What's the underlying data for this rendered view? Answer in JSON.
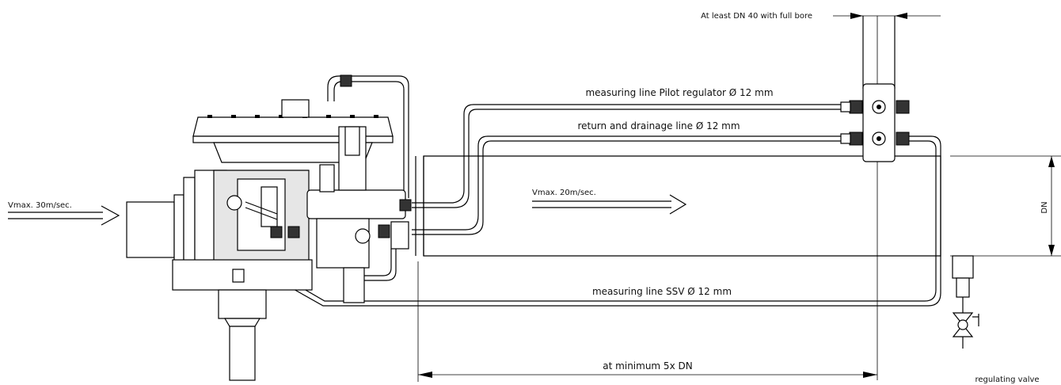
{
  "labels": {
    "bore": "At least DN 40 with full bore",
    "pilot_line": "measuring line Pilot regulator Ø 12 mm",
    "return_line": "return and drainage line Ø 12 mm",
    "ssv_line": "measuring line SSV Ø 12 mm",
    "vmax_inlet": "Vmax. 30m/sec.",
    "vmax_outlet": "Vmax. 20m/sec.",
    "dn": "DN",
    "min_length": "at minimum 5x DN",
    "valve": "regulating valve"
  }
}
